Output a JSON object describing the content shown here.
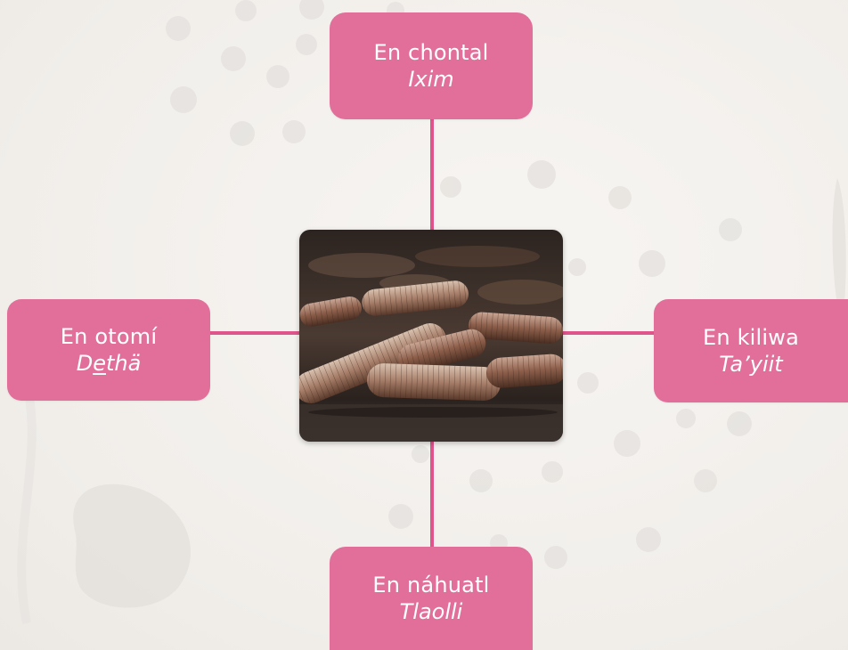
{
  "colors": {
    "box_fill": "#e16f9a",
    "connector": "#e0548c",
    "text": "#ffffff",
    "background": "#f3f1ee"
  },
  "center_image": {
    "description_icon": "corn-cobs-photo-icon"
  },
  "nodes": {
    "top": {
      "lang": "En chontal",
      "word": "Ixim"
    },
    "left": {
      "lang": "En otomí",
      "word_pre": "D",
      "word_ul": "e",
      "word_post": "thä"
    },
    "right": {
      "lang": "En kiliwa",
      "word": "Ta’yiit"
    },
    "bottom": {
      "lang": "En náhuatl",
      "word": "Tlaolli"
    }
  }
}
